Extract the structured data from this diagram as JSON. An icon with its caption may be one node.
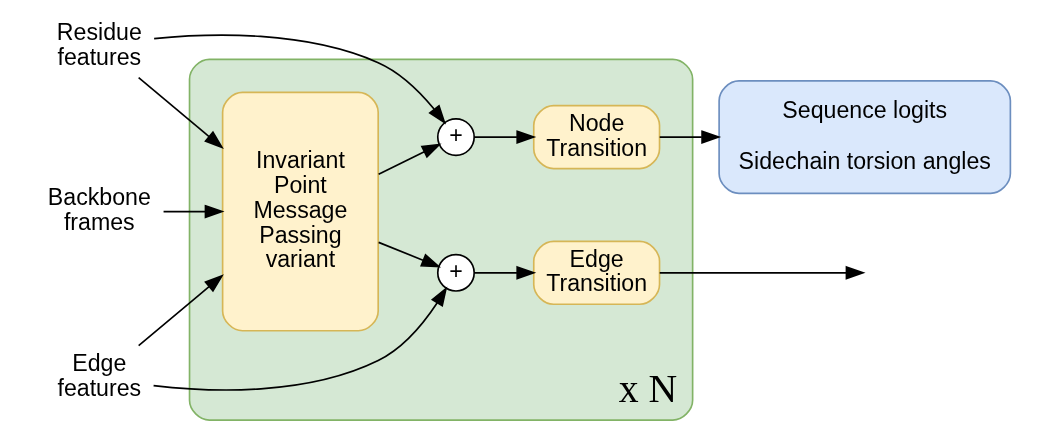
{
  "diagram": {
    "nodes": [
      {
        "text": [
          "x N"
        ]
      },
      {
        "text": [
          "Residue features"
        ]
      },
      {
        "text": [
          "Edge features"
        ]
      },
      {
        "text": [
          "Backbone frames"
        ]
      },
      {
        "text": [
          "Invariant Point Message Passing variant"
        ],
        "in": 0
      },
      {
        "text": [
          "+"
        ],
        "in": 0
      },
      {
        "text": [
          "Node Transition"
        ],
        "in": 0
      },
      {
        "text": [
          "+"
        ],
        "in": 0
      },
      {
        "text": [
          "Edge Transition"
        ],
        "in": 0
      },
      {
        "text": [
          "Sequence logits",
          "Sidechain torsion angles"
        ]
      }
    ],
    "edges": [
      {
        "from": 1,
        "to": 4,
        "arrow": "to"
      },
      {
        "from": 1,
        "to": 5,
        "arrow": "to"
      },
      {
        "from": 2,
        "to": 4,
        "arrow": "to"
      },
      {
        "from": 2,
        "to": 7,
        "arrow": "to"
      },
      {
        "from": 3,
        "to": 4,
        "arrow": "to"
      },
      {
        "from": 4,
        "to": 5,
        "arrow": "to"
      },
      {
        "from": 4,
        "to": 7,
        "arrow": "to"
      },
      {
        "from": 5,
        "to": 6,
        "arrow": "to"
      },
      {
        "from": 7,
        "to": 8,
        "arrow": "to"
      },
      {
        "from": 6,
        "to": 9,
        "arrow": "to"
      },
      {
        "from": 8,
        "to": null,
        "arrow": "to"
      }
    ]
  }
}
